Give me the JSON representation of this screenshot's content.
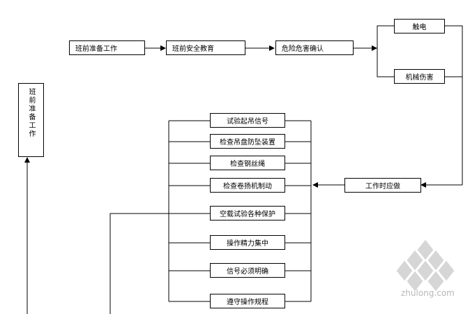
{
  "top_row": {
    "step1": "班前准备工作",
    "step2": "班前安全教育",
    "step3": "危险危害确认"
  },
  "hazards": {
    "electric": "触电",
    "mechanical": "机械伤害"
  },
  "left_box": "班前准备工作",
  "work_attention": "工作时应做",
  "checks": [
    "试验起吊信号",
    "检查吊盘防坠装置",
    "检查钢丝绳",
    "检查卷扬机制动",
    "空载试验各种保护",
    "操作精力集中",
    "信号必须明确",
    "遵守操作规程"
  ],
  "watermark": "zhulong.com"
}
